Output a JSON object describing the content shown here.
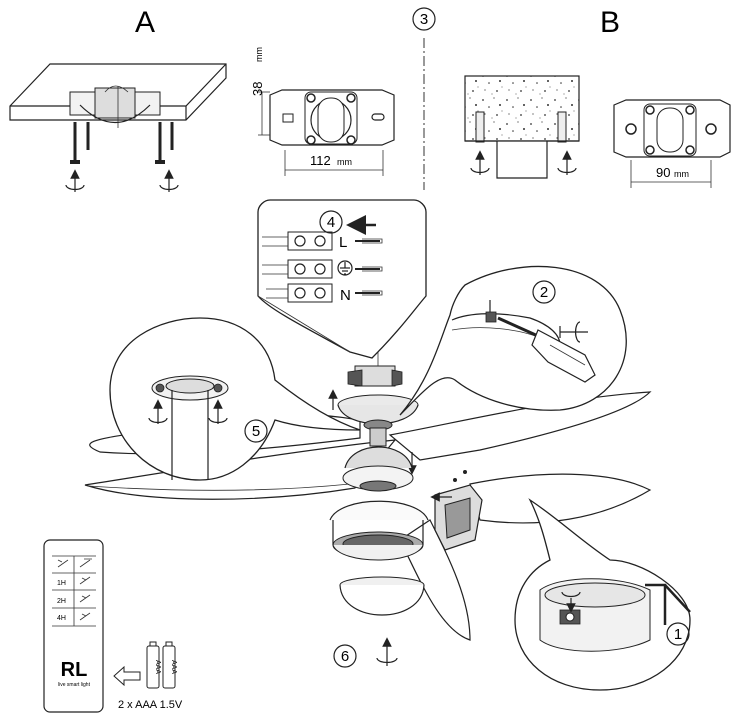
{
  "labels": {
    "section_a": "A",
    "section_b": "B",
    "step_1": "1",
    "step_2": "2",
    "step_3": "3",
    "step_4": "4",
    "step_5": "5",
    "step_6": "6"
  },
  "dimensions": {
    "height_a_value": "38",
    "height_a_unit": "mm",
    "width_a_value": "112",
    "width_a_unit": "mm",
    "width_b_value": "90",
    "width_b_unit": "mm"
  },
  "terminals": [
    "L",
    "",
    "N"
  ],
  "remote": {
    "buttons": [
      "",
      "",
      "1H",
      "",
      "2H",
      "",
      "4H",
      ""
    ],
    "logo": "RL",
    "logo_sub": "live smart light"
  },
  "batteries": {
    "label": "2 x AAA 1.5V",
    "cell_text": "AAA"
  },
  "icons": [
    "screw-rotate-icon",
    "earth-ground-icon",
    "arrow-icon",
    "screwdriver-icon"
  ]
}
